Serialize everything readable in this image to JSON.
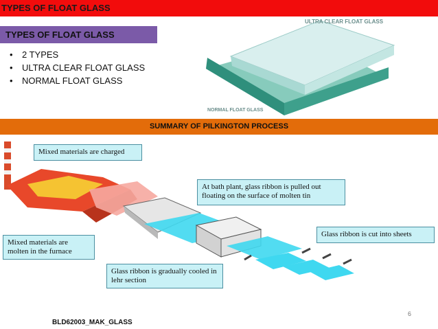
{
  "header": {
    "title": "TYPES OF FLOAT GLASS"
  },
  "section": {
    "title": "TYPES OF FLOAT GLASS"
  },
  "bullets": [
    "2 TYPES",
    "ULTRA CLEAR FLOAT GLASS",
    "NORMAL FLOAT GLASS"
  ],
  "glass_image": {
    "top_label": "ULTRA CLEAR FLOAT GLASS",
    "bottom_label": "NORMAL FLOAT GLASS"
  },
  "summary": {
    "title": "SUMMARY OF PILKINGTON PROCESS"
  },
  "process": {
    "callouts": {
      "charged": "Mixed materials are charged",
      "furnace": "Mixed materials are molten in the furnace",
      "bath": "At bath plant, glass ribbon is pulled out floating on the surface of molten tin",
      "lehr": "Glass ribbon is gradually cooled in lehr section",
      "cut": "Glass ribbon is cut into sheets"
    }
  },
  "footer": {
    "page_number": "6",
    "code": "BLD62003_MAK_GLASS"
  },
  "colors": {
    "top_bar": "#f20c0c",
    "sub_bar": "#7b5aa8",
    "summary_bar": "#e36c0a",
    "callout": "#c9f1f6",
    "ribbon": "#3fd8f0"
  }
}
